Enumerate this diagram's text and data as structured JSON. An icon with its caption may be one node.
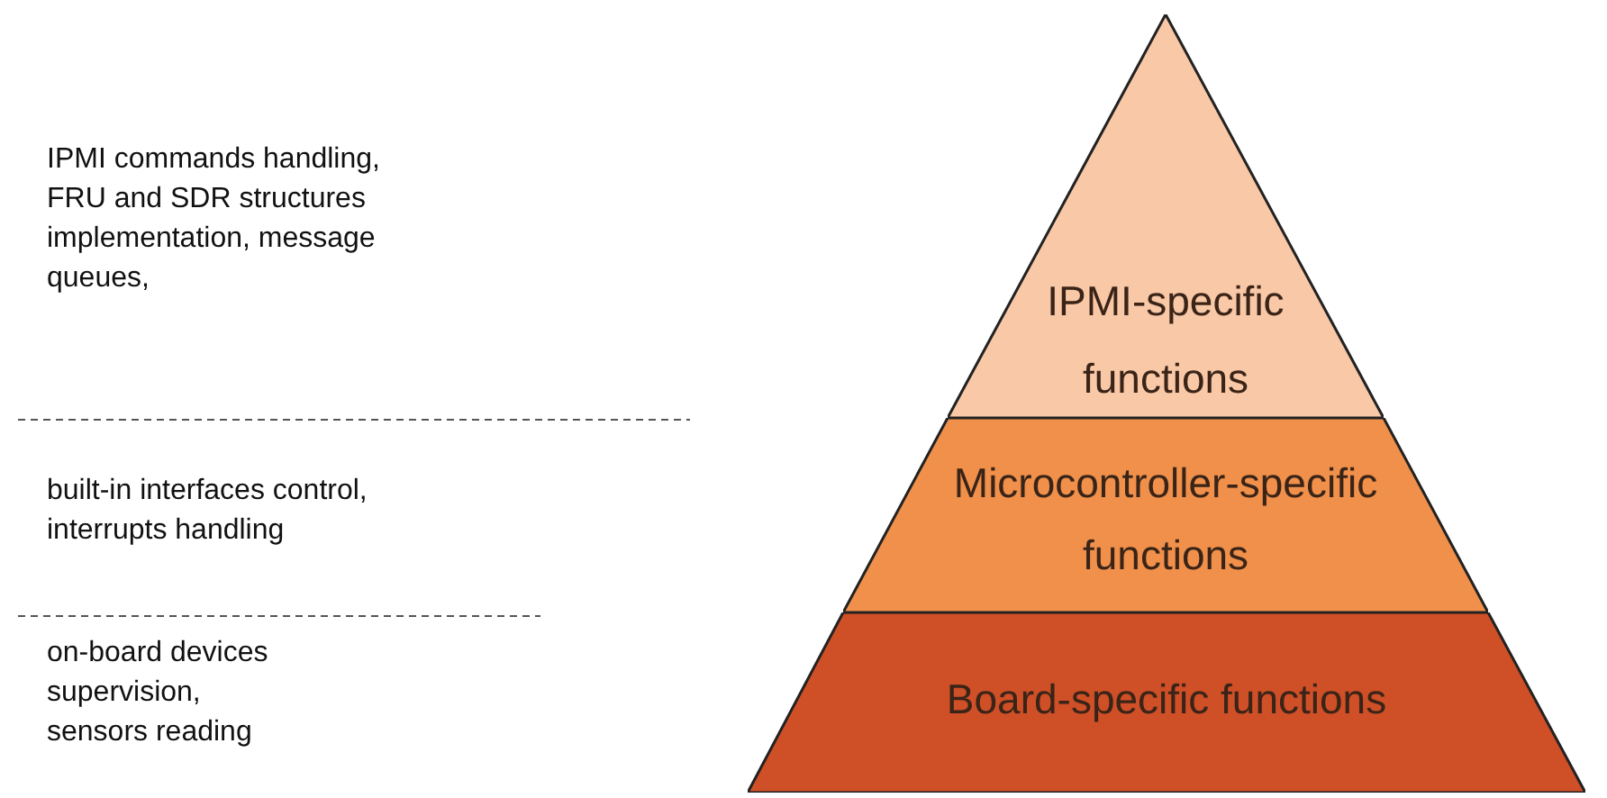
{
  "diagram": {
    "nodes": [
      {
        "text": [
          "IPMI-specific functions"
        ]
      },
      {
        "text": [
          "Microcontroller-specific functions"
        ]
      },
      {
        "text": [
          "Board-specific functions"
        ]
      }
    ],
    "labels": [
      "IPMI commands handling, FRU and SDR structures implementation, message queues,",
      "built-in interfaces control, interrupts handling",
      "on-board devices supervision, sensors reading"
    ]
  }
}
